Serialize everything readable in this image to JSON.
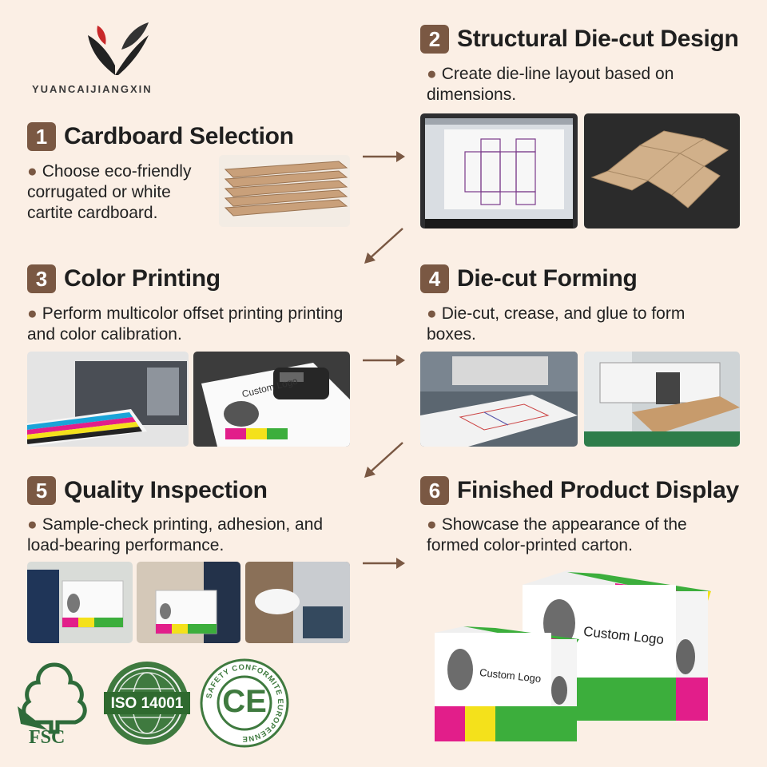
{
  "brand": {
    "name": "YUANCAIJIANGXIN"
  },
  "steps": [
    {
      "num": "1",
      "title": "Cardboard Selection",
      "desc": "Choose eco-friendly corrugated or white cartite cardboard."
    },
    {
      "num": "2",
      "title": "Structural Die-cut Design",
      "desc": "Create die-line layout based on dimensions."
    },
    {
      "num": "3",
      "title": "Color Printing",
      "desc": "Perform multicolor offset printing printing and color calibration."
    },
    {
      "num": "4",
      "title": "Die-cut Forming",
      "desc": "Die-cut, crease, and glue to form boxes."
    },
    {
      "num": "5",
      "title": "Quality Inspection",
      "desc": "Sample-check printing, adhesion, and load-bearing performance."
    },
    {
      "num": "6",
      "title": "Finished Product Display",
      "desc": "Showcase the appearance of the formed color-printed carton."
    }
  ],
  "box_text": "Custom Logo",
  "certs": {
    "fsc": "FSC",
    "iso": "ISO 14001",
    "ce_mark": "CE",
    "ce_ring": "SAFETY CONFORMITE EUROPEENNE"
  },
  "colors": {
    "accent": "#7a5843",
    "background": "#fbefe5",
    "iso_green": "#3f7a3f",
    "fsc_green": "#2e6b3a"
  }
}
